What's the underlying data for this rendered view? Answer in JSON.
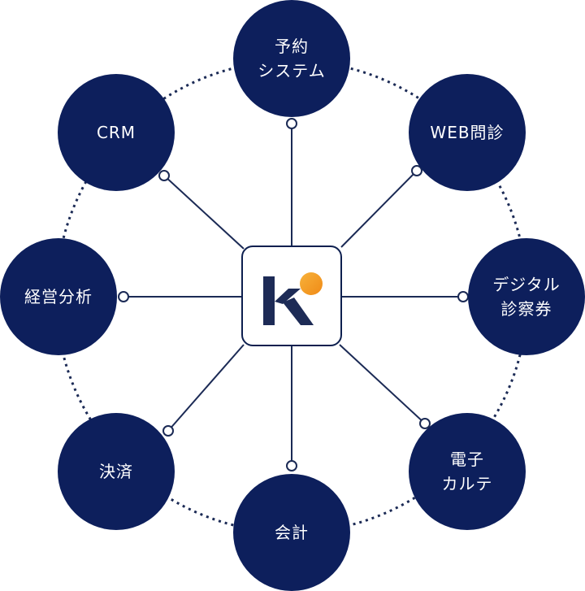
{
  "colors": {
    "navy": "#0d1f5c",
    "line": "#1b2a55",
    "hub_border": "#0d1f4f",
    "logo_mark": "#1d2b56",
    "logo_dot_light": "#f7b23b",
    "logo_dot_dark": "#f08a16",
    "background": "#ffffff"
  },
  "hub": {
    "icon": "k-logo-icon"
  },
  "nodes": {
    "yoyaku": {
      "lines": [
        "予約",
        "システム"
      ]
    },
    "web": {
      "lines": [
        "WEB問診",
        ""
      ]
    },
    "digital": {
      "lines": [
        "デジタル",
        "診察券"
      ]
    },
    "karte": {
      "lines": [
        "電子",
        "カルテ"
      ]
    },
    "kaikei": {
      "lines": [
        "会計",
        ""
      ]
    },
    "kessai": {
      "lines": [
        "決済",
        ""
      ]
    },
    "keiei": {
      "lines": [
        "経営分析",
        ""
      ]
    },
    "crm": {
      "lines": [
        "CRM",
        ""
      ]
    }
  }
}
